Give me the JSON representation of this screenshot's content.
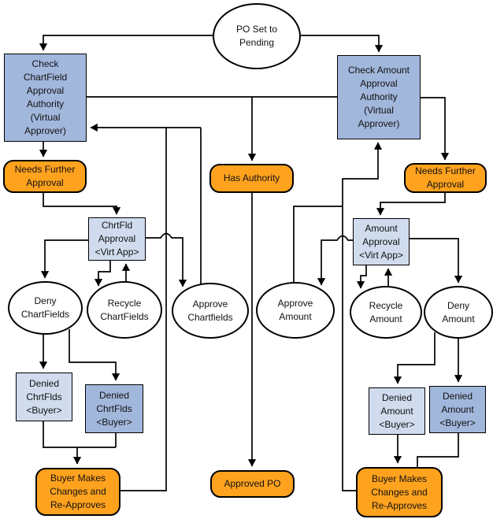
{
  "colors": {
    "box_blue": "#A2B7DC",
    "box_light_blue": "#D0DCEE",
    "box_orange": "#FFA21E",
    "ellipse_fill": "#FFFFFF",
    "line": "#000000"
  },
  "nodes": {
    "po_pending": {
      "label": "PO Set to\nPending"
    },
    "check_chartfield": {
      "label": "Check\nChartField\nApproval\nAuthority\n(Virtual\nApprover)"
    },
    "check_amount": {
      "label": "Check Amount\nApproval\nAuthority\n(Virtual\nApprover)"
    },
    "needs_further_left": {
      "label": "Needs Further\nApproval"
    },
    "has_authority": {
      "label": "Has Authority"
    },
    "needs_further_right": {
      "label": "Needs Further\nApproval"
    },
    "chrtfld_approval": {
      "label": "ChrtFld\nApproval\n<Virt App>"
    },
    "amount_approval": {
      "label": "Amount\nApproval\n<Virt App>"
    },
    "deny_chartfields": {
      "label": "Deny\nChartFields"
    },
    "recycle_chartfields": {
      "label": "Recycle\nChartFields"
    },
    "approve_chartfields": {
      "label": "Approve\nChartfields"
    },
    "approve_amount": {
      "label": "Approve\nAmount"
    },
    "recycle_amount": {
      "label": "Recycle\nAmount"
    },
    "deny_amount": {
      "label": "Deny\nAmount"
    },
    "denied_chrtflds_1": {
      "label": "Denied\nChrtFlds\n<Buyer>"
    },
    "denied_chrtflds_2": {
      "label": "Denied\nChrtFlds\n<Buyer>"
    },
    "denied_amount_1": {
      "label": "Denied\nAmount\n<Buyer>"
    },
    "denied_amount_2": {
      "label": "Denied\nAmount\n<Buyer>"
    },
    "buyer_makes_left": {
      "label": "Buyer Makes\nChanges and\nRe-Approves"
    },
    "buyer_makes_right": {
      "label": "Buyer Makes\nChanges and\nRe-Approves"
    },
    "approved_po": {
      "label": "Approved PO"
    }
  },
  "edges": [
    {
      "from": "po_pending",
      "to": "check_chartfield"
    },
    {
      "from": "po_pending",
      "to": "check_amount"
    },
    {
      "from": "check_chartfield",
      "to": "has_authority"
    },
    {
      "from": "check_amount",
      "to": "has_authority"
    },
    {
      "from": "check_chartfield",
      "to": "needs_further_left"
    },
    {
      "from": "needs_further_left",
      "to": "chrtfld_approval"
    },
    {
      "from": "chrtfld_approval",
      "to": "deny_chartfields"
    },
    {
      "from": "chrtfld_approval",
      "to": "recycle_chartfields"
    },
    {
      "from": "recycle_chartfields",
      "to": "chrtfld_approval"
    },
    {
      "from": "chrtfld_approval",
      "to": "approve_chartfields"
    },
    {
      "from": "approve_chartfields",
      "to": "check_chartfield"
    },
    {
      "from": "buyer_makes_left",
      "to": "check_chartfield"
    },
    {
      "from": "check_amount",
      "to": "needs_further_right"
    },
    {
      "from": "needs_further_right",
      "to": "amount_approval"
    },
    {
      "from": "amount_approval",
      "to": "approve_amount"
    },
    {
      "from": "amount_approval",
      "to": "recycle_amount"
    },
    {
      "from": "recycle_amount",
      "to": "amount_approval"
    },
    {
      "from": "amount_approval",
      "to": "deny_amount"
    },
    {
      "from": "approve_amount",
      "to": "check_amount"
    },
    {
      "from": "buyer_makes_right",
      "to": "check_amount"
    },
    {
      "from": "deny_chartfields",
      "to": "denied_chrtflds_1"
    },
    {
      "from": "deny_chartfields",
      "to": "denied_chrtflds_2"
    },
    {
      "from": "denied_chrtflds_1",
      "to": "buyer_makes_left"
    },
    {
      "from": "denied_chrtflds_2",
      "to": "buyer_makes_left"
    },
    {
      "from": "deny_amount",
      "to": "denied_amount_1"
    },
    {
      "from": "deny_amount",
      "to": "denied_amount_2"
    },
    {
      "from": "denied_amount_1",
      "to": "buyer_makes_right"
    },
    {
      "from": "denied_amount_2",
      "to": "buyer_makes_right"
    },
    {
      "from": "has_authority",
      "to": "approved_po"
    }
  ]
}
